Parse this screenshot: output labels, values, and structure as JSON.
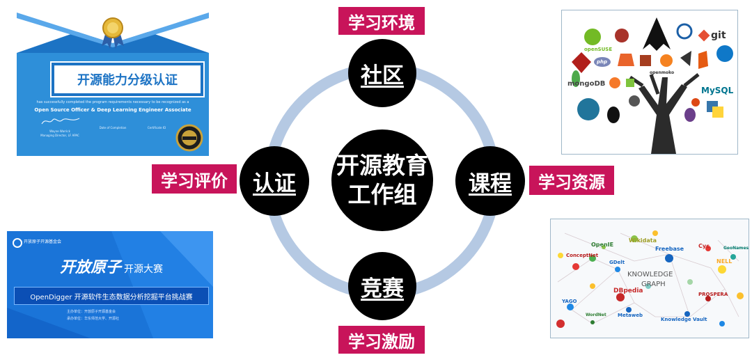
{
  "center": {
    "line1": "开源教育",
    "line2": "工作组"
  },
  "nodes": {
    "top": "社区",
    "right": "课程",
    "bottom": "竞赛",
    "left": "认证"
  },
  "tags": {
    "top": "学习环境",
    "right": "学习资源",
    "bottom": "学习激励",
    "left": "学习评价"
  },
  "certificate": {
    "title": "开源能力分级认证",
    "intro": "has successfully completed the program requirements necessary to be recognized as a",
    "role": "Open Source Officer & Deep Learning Engineer Associate",
    "signer_name": "Wayne Warrick",
    "signer_title": "Managing Director, LF APAC",
    "date_label": "Date of Completion",
    "cert_label": "Certificate ID"
  },
  "competition": {
    "org": "开放原子开源基金会",
    "logo_text": "开放原子",
    "subtitle": "开源大赛",
    "banner": "OpenDigger 开源软件生态数据分析挖掘平台挑战赛",
    "host": "主办单位：开放原子开源基金会",
    "organizer": "承办单位：华东师范大学、开源社"
  },
  "oss_logos": {
    "opensuse": "openSUSE",
    "php": "php",
    "git": "git",
    "mongodb": "mongoDB",
    "openmoko": "openmoko",
    "mysql": "MySQL"
  },
  "knowledge_graph": {
    "title1": "KNOWLEDGE",
    "title2": "GRAPH",
    "labels": [
      "OpenIE",
      "Wikidata",
      "Freebase",
      "Cyc",
      "GeoNames",
      "ConceptNet",
      "GDelt",
      "NELL",
      "DBpedia",
      "PROSPERA",
      "YAGO",
      "Metaweb",
      "Knowledge Vault",
      "WordNet"
    ]
  },
  "colors": {
    "tag": "#c8145a",
    "ring": "#b5c9e3",
    "node": "#000000"
  }
}
